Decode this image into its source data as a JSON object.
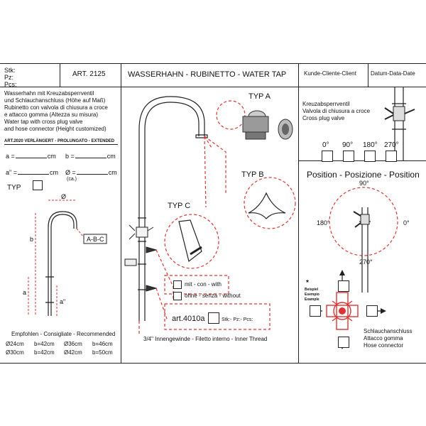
{
  "header": {
    "stk": "Stk:",
    "pz": "Pz:",
    "pcs": "Pcs:",
    "art": "ART. 2125",
    "title": "WASSERHAHN - RUBINETTO - WATER TAP",
    "client": "Kunde-Cliente-Client",
    "date": "Datum-Data-Date"
  },
  "description": [
    "Wasserhahn mit Kreuzabsperrventil",
    "und Schlauchanschluss (Höhe auf Maß)",
    "Rubinetto con valvola di chiusura a croce",
    "e attacco gomma (Altezza su misura)",
    "Water tap with cross plug valve",
    "and hose connector (Height customized)"
  ],
  "extended_label": "ART.2020  VERLÄNGERT - PROLUNGATO - EXTENDED",
  "dims": {
    "a": "a =",
    "b": "b =",
    "a2": "a\" =",
    "phi": "Ø =",
    "unit": "cm",
    "ca": "(ca.)"
  },
  "typ_label": "TYP",
  "drawing_labels": {
    "phi": "Ø",
    "abc": "A-B-C",
    "b": "b",
    "a": "a",
    "a2": "a\""
  },
  "recommended": {
    "title": "Empfohlen - Consigliate - Recommended",
    "rows": [
      [
        "Ø24cm",
        "b=42cm",
        "Ø36cm",
        "b=46cm"
      ],
      [
        "Ø30cm",
        "b=42cm",
        "Ø42cm",
        "b=50cm"
      ]
    ]
  },
  "types": {
    "a": "TYP  A",
    "b": "TYP  B",
    "c": "TYP  C"
  },
  "options": {
    "with": "mit - con - with",
    "without": "ohne - senza - without",
    "art": "art.4010a",
    "pieces": "Stk:- Pz:- Pcs:"
  },
  "thread": "3/4\" Innengewinde - Filetto interno - Inner Thread",
  "valve": {
    "lines": [
      "Kreuzabsperrventil",
      "Valvola di chiusura a croce",
      "Cross plug valve"
    ]
  },
  "angles": [
    "0°",
    "90°",
    "180°",
    "270°"
  ],
  "position": {
    "title": "Position - Posizione - Position",
    "top": "90°",
    "left": "180°",
    "right": "0°",
    "bottom": "270°"
  },
  "example": {
    "star": "*",
    "lines": [
      "Beispiel",
      "Esempio",
      "Example"
    ]
  },
  "hose": {
    "lines": [
      "Schlauchanschluss",
      "Attacco gomma",
      "Hose connector"
    ]
  },
  "accent": "#d33333"
}
